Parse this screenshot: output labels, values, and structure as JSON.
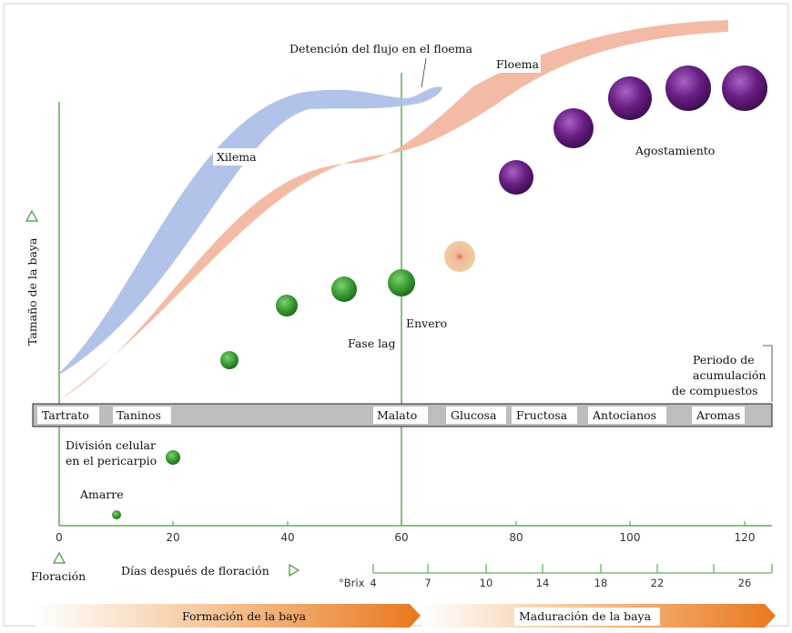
{
  "annotations": {
    "phloem_stop": "Detención del flujo en el floema",
    "phloem": "Floema",
    "xylem": "Xilema",
    "ripening_end": "Agostamiento",
    "veraison": "Envero",
    "lag_phase": "Fase lag",
    "accumulation_line1": "Periodo de",
    "accumulation_line2": "acumulación",
    "accumulation_line3": "de compuestos",
    "cell_division_line1": "División celular",
    "cell_division_line2": "en el pericarpio",
    "fruit_set": "Amarre"
  },
  "y_axis_label": "Tamaño de la baya",
  "compound_bar": {
    "items": [
      "Tartrato",
      "Taninos",
      "Malato",
      "Glucosa",
      "Fructosa",
      "Antocianos",
      "Aromas"
    ]
  },
  "x_axis": {
    "ticks": [
      "0",
      "20",
      "40",
      "60",
      "80",
      "100",
      "120"
    ],
    "start_label": "Floración",
    "label": "Días después de floración"
  },
  "brix_axis": {
    "label": "°Brix",
    "ticks": [
      "4",
      "7",
      "10",
      "14",
      "18",
      "22",
      "26"
    ]
  },
  "phases": {
    "formation": "Formación de la baya",
    "maturation": "Maduración de la baya"
  },
  "colors": {
    "green": "#3a9a32",
    "purple": "#6a1f85",
    "xylem": "#a9bde6",
    "phloem": "#f2b49c",
    "axis_green": "#5fae5a",
    "arrow_orange": "#e9781e"
  }
}
